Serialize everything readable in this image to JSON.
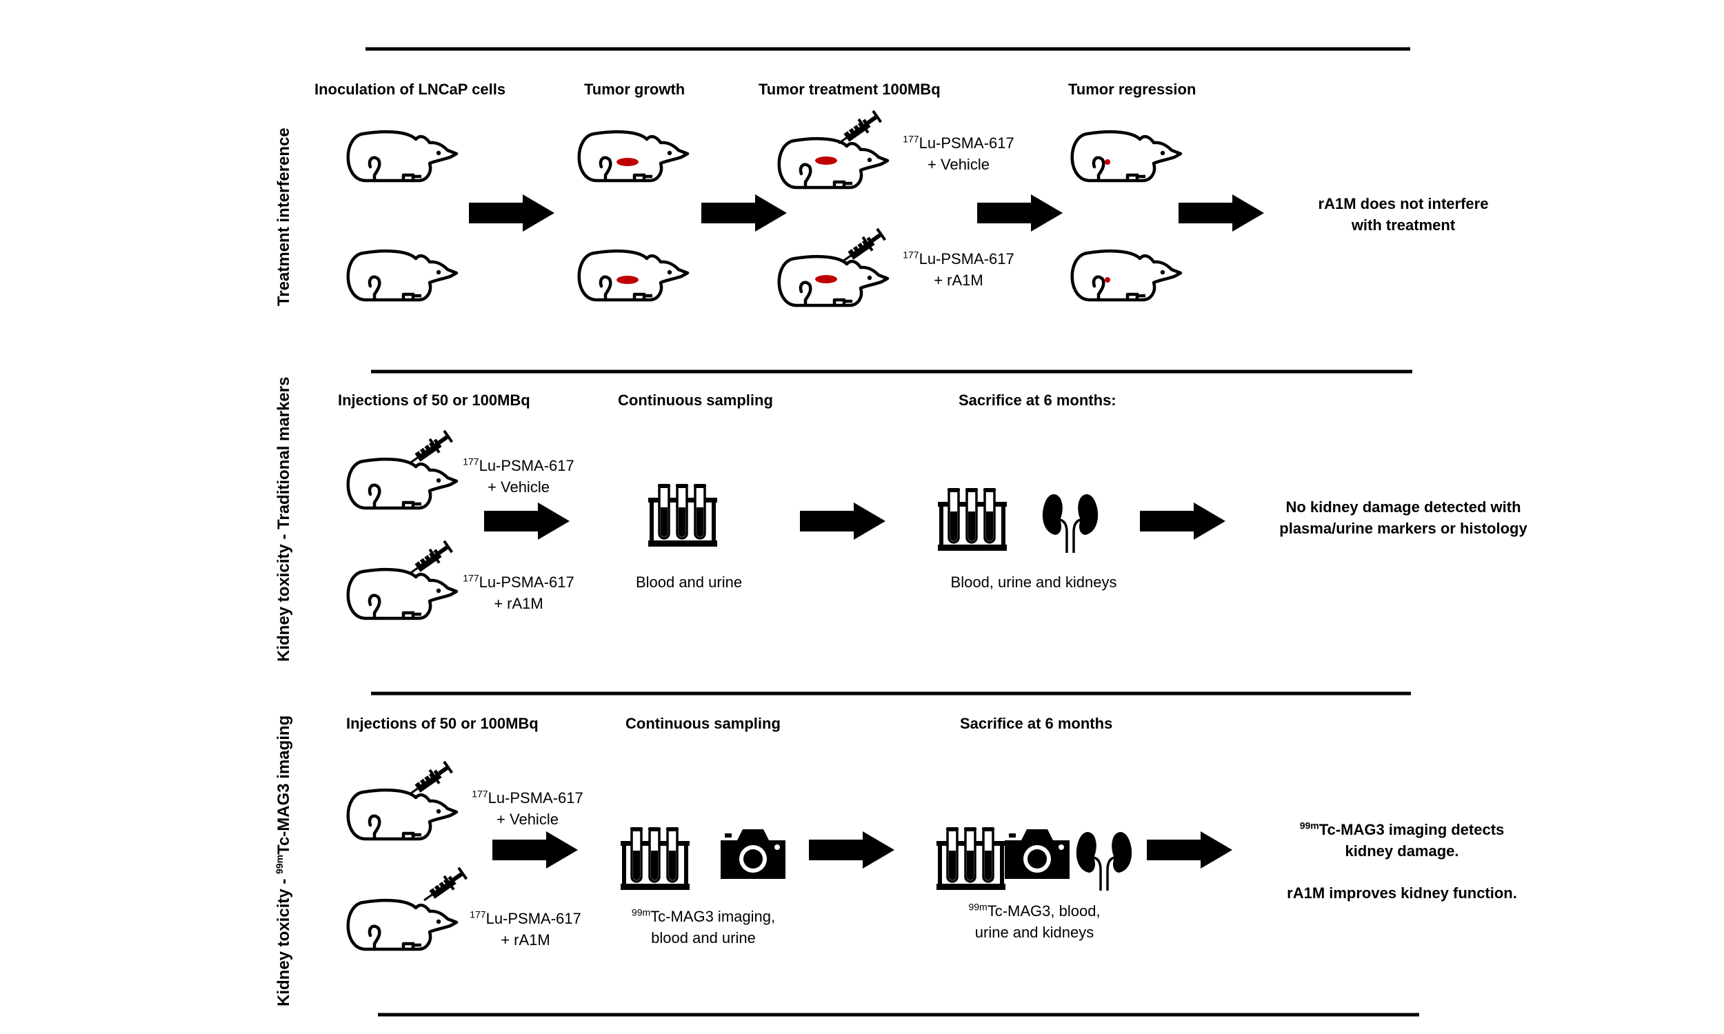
{
  "rows": [
    {
      "label_pre": "Treatment interference",
      "label_sup": "",
      "label_post": "",
      "steps": [
        "Inoculation of LNCaP cells",
        "Tumor growth",
        "Tumor treatment 100MBq",
        "Tumor regression"
      ],
      "group_vehicle": {
        "sup": "177",
        "name": "Lu-PSMA-617",
        "line2": "+ Vehicle"
      },
      "group_ra1m": {
        "sup": "177",
        "name": "Lu-PSMA-617",
        "line2": "+ rA1M"
      },
      "conclusion": [
        "rA1M does not interfere",
        "with treatment"
      ]
    },
    {
      "label_pre": "Kidney toxicity - Traditional markers",
      "label_sup": "",
      "label_post": "",
      "steps": [
        "Injections of 50 or 100MBq",
        "Continuous sampling",
        "Sacrifice at 6 months:"
      ],
      "group_vehicle": {
        "sup": "177",
        "name": "Lu-PSMA-617",
        "line2": "+ Vehicle"
      },
      "group_ra1m": {
        "sup": "177",
        "name": "Lu-PSMA-617",
        "line2": "+ rA1M"
      },
      "samples_caption": "Blood and urine",
      "sacrifice_caption": "Blood, urine and kidneys",
      "conclusion": [
        "No kidney damage detected with",
        "plasma/urine markers or histology"
      ]
    },
    {
      "label_pre": "Kidney toxicity - ",
      "label_sup": "99m",
      "label_post": "Tc-MAG3 imaging",
      "steps": [
        "Injections of 50 or 100MBq",
        "Continuous sampling",
        "Sacrifice at 6 months"
      ],
      "group_vehicle": {
        "sup": "177",
        "name": "Lu-PSMA-617",
        "line2": "+ Vehicle"
      },
      "group_ra1m": {
        "sup": "177",
        "name": "Lu-PSMA-617",
        "line2": "+ rA1M"
      },
      "samples_caption": {
        "sup": "99m",
        "line1": "Tc-MAG3 imaging,",
        "line2": "blood and urine"
      },
      "sacrifice_caption": {
        "sup": "99m",
        "line1": "Tc-MAG3, blood,",
        "line2": "urine and kidneys"
      },
      "conclusion_1": {
        "sup": "99m",
        "line1": "Tc-MAG3 imaging detects",
        "line2": "kidney damage."
      },
      "conclusion_2": "rA1M improves kidney function."
    }
  ],
  "colors": {
    "tumor": "#c00000",
    "ink": "#000000"
  },
  "icons": [
    "mouse-icon",
    "syringe-icon",
    "test-tubes-icon",
    "kidneys-icon",
    "camera-icon",
    "arrow-icon"
  ]
}
